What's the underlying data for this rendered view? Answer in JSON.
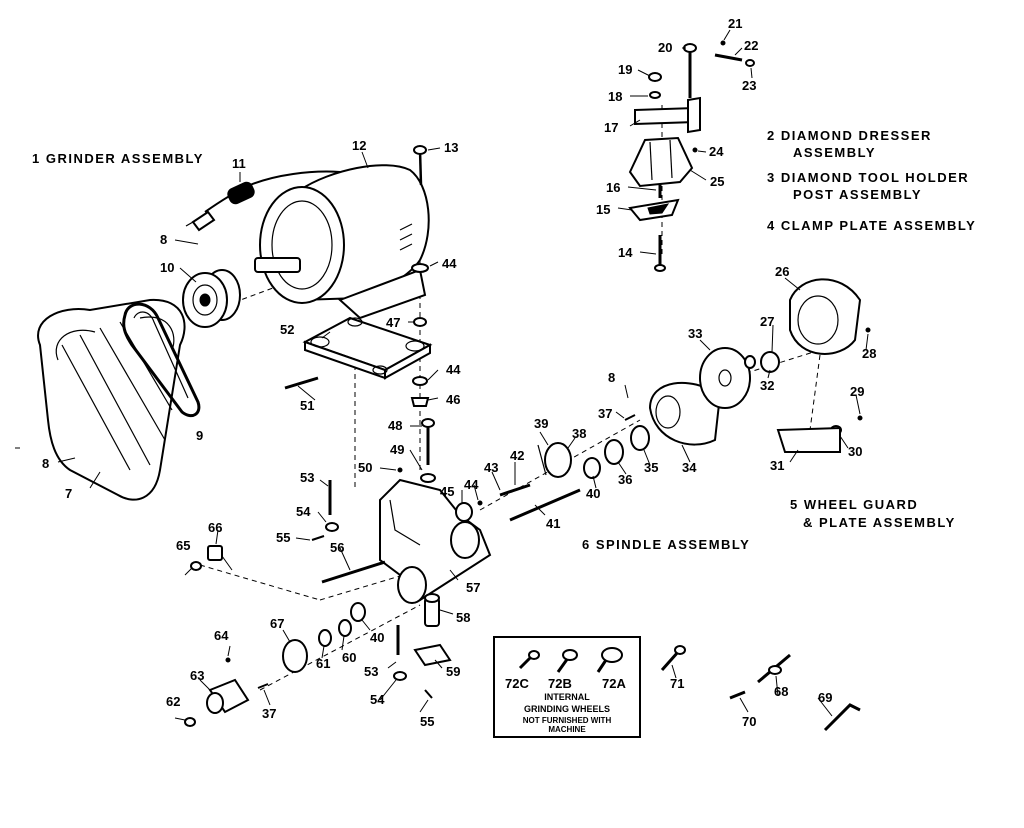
{
  "assemblies": [
    {
      "key": "grinder",
      "text": "1   GRINDER  ASSEMBLY"
    },
    {
      "key": "dresser_l1",
      "text": "2   DIAMOND  DRESSER"
    },
    {
      "key": "dresser_l2",
      "text": "ASSEMBLY"
    },
    {
      "key": "holder_l1",
      "text": "3   DIAMOND  TOOL  HOLDER"
    },
    {
      "key": "holder_l2",
      "text": "POST  ASSEMBLY"
    },
    {
      "key": "clamp",
      "text": "4   CLAMP  PLATE  ASSEMBLY"
    },
    {
      "key": "guard_l1",
      "text": "5   WHEEL  GUARD"
    },
    {
      "key": "guard_l2",
      "text": "& PLATE  ASSEMBLY"
    },
    {
      "key": "spindle",
      "text": "6   SPINDLE  ASSEMBLY"
    }
  ],
  "callouts": {
    "p7": "7",
    "p8a": "8",
    "p8b": "8",
    "p8c": "8",
    "p9": "9",
    "p10": "10",
    "p11": "11",
    "p12": "12",
    "p13": "13",
    "p14": "14",
    "p15": "15",
    "p16": "16",
    "p17": "17",
    "p18": "18",
    "p19": "19",
    "p20": "20",
    "p21": "21",
    "p22": "22",
    "p23": "23",
    "p24": "24",
    "p25": "25",
    "p26": "26",
    "p27": "27",
    "p28": "28",
    "p29": "29",
    "p30": "30",
    "p31": "31",
    "p32": "32",
    "p33": "33",
    "p34": "34",
    "p35": "35",
    "p36": "36",
    "p37a": "37",
    "p37b": "37",
    "p38": "38",
    "p39": "39",
    "p40a": "40",
    "p40b": "40",
    "p41": "41",
    "p42": "42",
    "p43": "43",
    "p44a": "44",
    "p44b": "44",
    "p44c": "44",
    "p45": "45",
    "p46": "46",
    "p47": "47",
    "p48": "48",
    "p49": "49",
    "p50": "50",
    "p51": "51",
    "p52": "52",
    "p53a": "53",
    "p53b": "53",
    "p54a": "54",
    "p54b": "54",
    "p55a": "55",
    "p55b": "55",
    "p56": "56",
    "p57": "57",
    "p58": "58",
    "p59": "59",
    "p60": "60",
    "p61": "61",
    "p62": "62",
    "p63": "63",
    "p64": "64",
    "p65": "65",
    "p66": "66",
    "p67": "67",
    "p68": "68",
    "p69": "69",
    "p70": "70",
    "p71": "71",
    "p72c": "72C",
    "p72b": "72B",
    "p72a": "72A"
  },
  "note_box": {
    "line1": "INTERNAL",
    "line2": "GRINDING  WHEELS",
    "line3": "NOT FURNISHED WITH",
    "line4": "MACHINE"
  }
}
